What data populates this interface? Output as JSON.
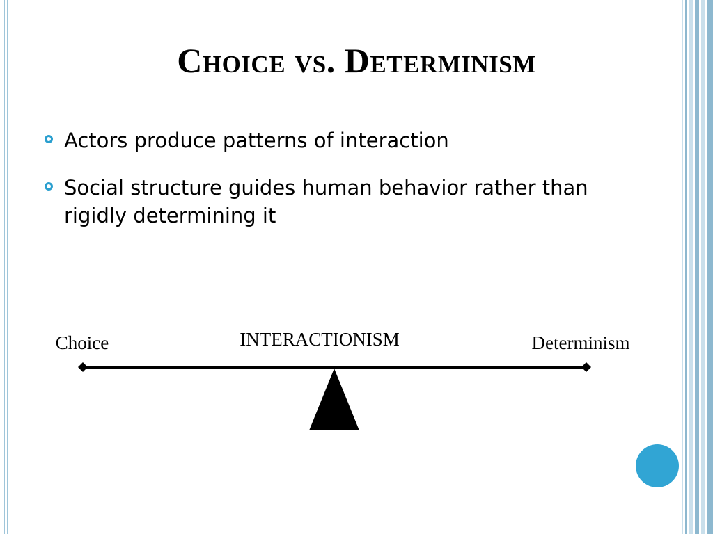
{
  "slide": {
    "title": "Choice vs. Determinism",
    "bullets": [
      {
        "text": "Actors produce patterns of interaction"
      },
      {
        "text": "Social structure guides human behavior rather than rigidly determining it"
      }
    ]
  },
  "diagram": {
    "left_label": "Choice",
    "center_label": "INTERACTIONISM",
    "right_label": "Determinism"
  },
  "colors": {
    "accent": "#2a9fcf",
    "circle": "#31a5d4",
    "stripe_dark": "#8db8cf",
    "stripe_light": "#c9dfeb",
    "rule": "#9fc5d9",
    "ink": "#000000"
  },
  "icons": {
    "bullet": "hollow-circle-bullet-icon",
    "fulcrum": "triangle-icon"
  }
}
